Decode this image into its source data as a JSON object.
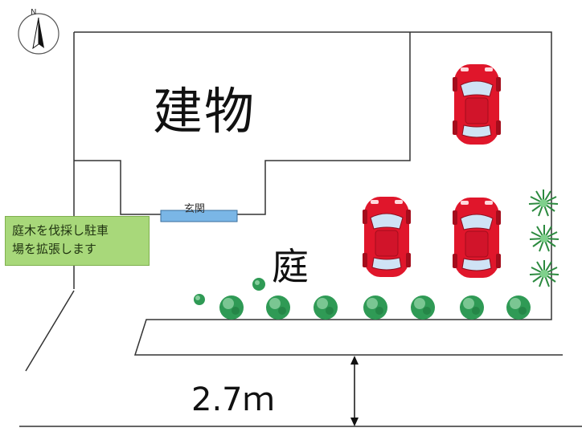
{
  "labels": {
    "building": "建物",
    "garden": "庭",
    "entrance": "玄関",
    "dimension": "2.7ｍ",
    "compass": "N"
  },
  "note": {
    "line1": "庭木を伐採し駐車",
    "line2": "場を拡張します"
  },
  "colors": {
    "car_body": "#e0162b",
    "car_dark": "#a40d1c",
    "car_glass": "#cfe3f5",
    "tree": "#2f9a55",
    "tree_highlight": "#9ad9ad",
    "palm": "#39a04b",
    "entrance_fill": "#7ab6e6",
    "note_fill": "#a8d87a",
    "line": "#333333"
  },
  "icons": {
    "compass": "north-arrow-icon",
    "car": "red-car-icon",
    "tree": "round-shrub-icon",
    "palm": "palm-plant-icon"
  }
}
